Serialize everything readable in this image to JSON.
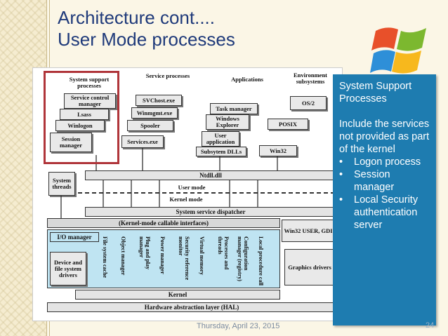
{
  "slide": {
    "title_line1": "Architecture cont....",
    "title_line2": "User Mode processes",
    "date": "Thursday, April 23, 2015",
    "page_number": "24"
  },
  "callout": {
    "heading": "System Support Processes",
    "intro": "Include the services not provided as part of the kernel",
    "items": [
      "Logon process",
      "Session manager",
      "Local Security authentication server"
    ],
    "background": "#1e7cb0"
  },
  "diagram": {
    "headers": {
      "system_support": "System support processes",
      "service_processes": "Service processes",
      "applications": "Applications",
      "environment_subsystems": "Environment subsystems"
    },
    "system_support_boxes": [
      "Service control manager",
      "Lsass",
      "Winlogon",
      "Session manager"
    ],
    "service_boxes": [
      "SVChost.exe",
      "Winmgmt.exe",
      "Spooler",
      "Services.exe"
    ],
    "application_boxes": [
      "Task manager",
      "Windows Explorer",
      "User application",
      "Subsytem DLLs"
    ],
    "environment_boxes": [
      "OS/2",
      "POSIX",
      "Win32"
    ],
    "ntdll": "Ntdll.dll",
    "system_threads": "System threads",
    "user_mode": "User mode",
    "kernel_mode": "Kernel mode",
    "dispatcher": "System service dispatcher",
    "callable": "(Kernel-mode callable interfaces)",
    "io_manager": "I/O manager",
    "device_drivers": "Device and file system drivers",
    "executive_components": [
      "File system cache",
      "Object manager",
      "Plug and play manager",
      "Power manager",
      "Security reference monitor",
      "Virtual memory",
      "Processes and threads",
      "Configuration manager (registry)",
      "Local procedure call"
    ],
    "win32_user_gdi": "Win32 USER, GDI",
    "graphics_drivers": "Graphics drivers",
    "kernel": "Kernel",
    "hal": "Hardware abstraction layer (HAL)",
    "highlight_color": "#b0353a",
    "executive_color": "#bfe4f2"
  }
}
